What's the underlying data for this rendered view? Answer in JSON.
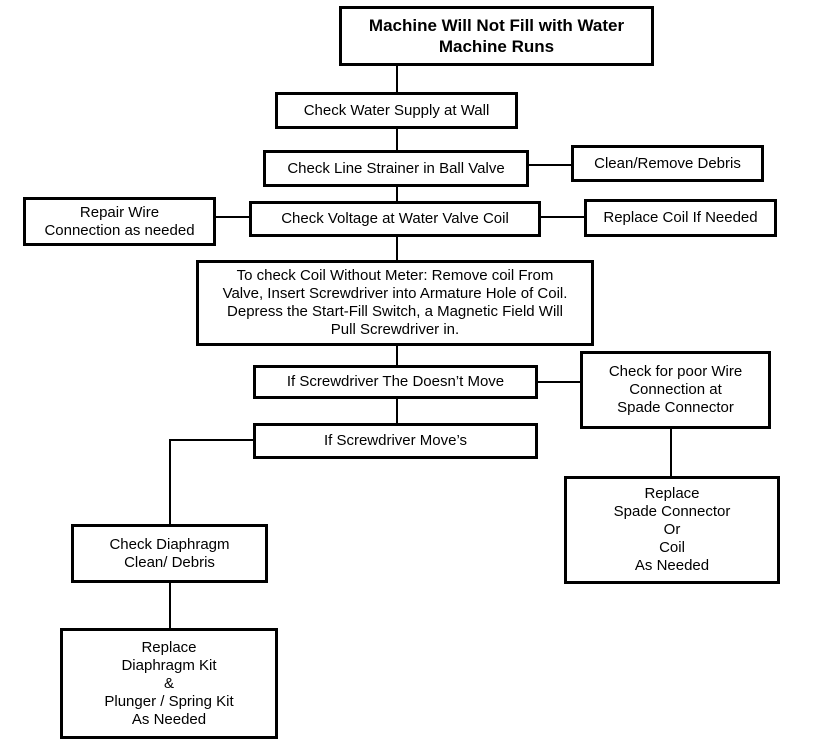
{
  "title": "Machine Will Not Fill with Water\nMachine Runs",
  "steps": {
    "water_supply": "Check Water Supply at Wall",
    "line_strainer": "Check Line Strainer in Ball Valve",
    "clean_debris": "Clean/Remove Debris",
    "voltage": "Check Voltage at Water Valve Coil",
    "repair_wire": "Repair Wire\nConnection as needed",
    "replace_coil": "Replace Coil If Needed",
    "coil_test": "To check Coil Without Meter: Remove coil From\nValve, Insert Screwdriver into Armature Hole of Coil.\nDepress the Start-Fill Switch, a Magnetic Field Will\nPull Screwdriver in.",
    "not_move": "If Screwdriver The Doesn’t Move",
    "poor_wire": "Check for poor Wire\nConnection at\nSpade Connector",
    "moves": "If Screwdriver Move’s",
    "replace_spade": "Replace\nSpade Connector\nOr\nCoil\nAs Needed",
    "diaphragm": "Check Diaphragm\nClean/ Debris",
    "replace_diaphragm": "Replace\nDiaphragm Kit\n&\nPlunger / Spring Kit\nAs Needed"
  }
}
